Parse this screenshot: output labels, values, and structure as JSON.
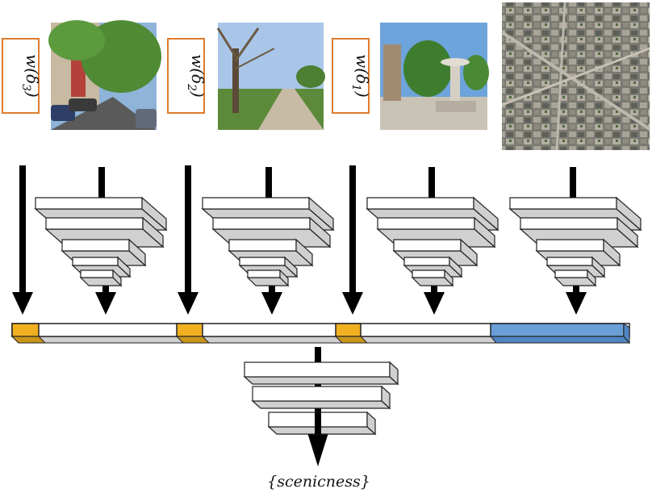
{
  "weights": [
    {
      "label": "w(δ",
      "sub": "3",
      "close": ")"
    },
    {
      "label": "w(δ",
      "sub": "2",
      "close": ")"
    },
    {
      "label": "w(δ",
      "sub": "1",
      "close": ")"
    }
  ],
  "images": [
    {
      "name": "street-photo-tree-lined-residential"
    },
    {
      "name": "park-photo-tree-path"
    },
    {
      "name": "plaza-photo-fountain-circle"
    },
    {
      "name": "aerial-satellite-map"
    }
  ],
  "output": {
    "label": "{scenicness}"
  },
  "colors": {
    "weight_box_border": "#e07b2a",
    "weight_segment": "#f0b020",
    "aerial_feature": "#6a9fd8",
    "layer_top": "#ffffff",
    "layer_side": "#d0d0d0",
    "arrow": "#000000"
  }
}
